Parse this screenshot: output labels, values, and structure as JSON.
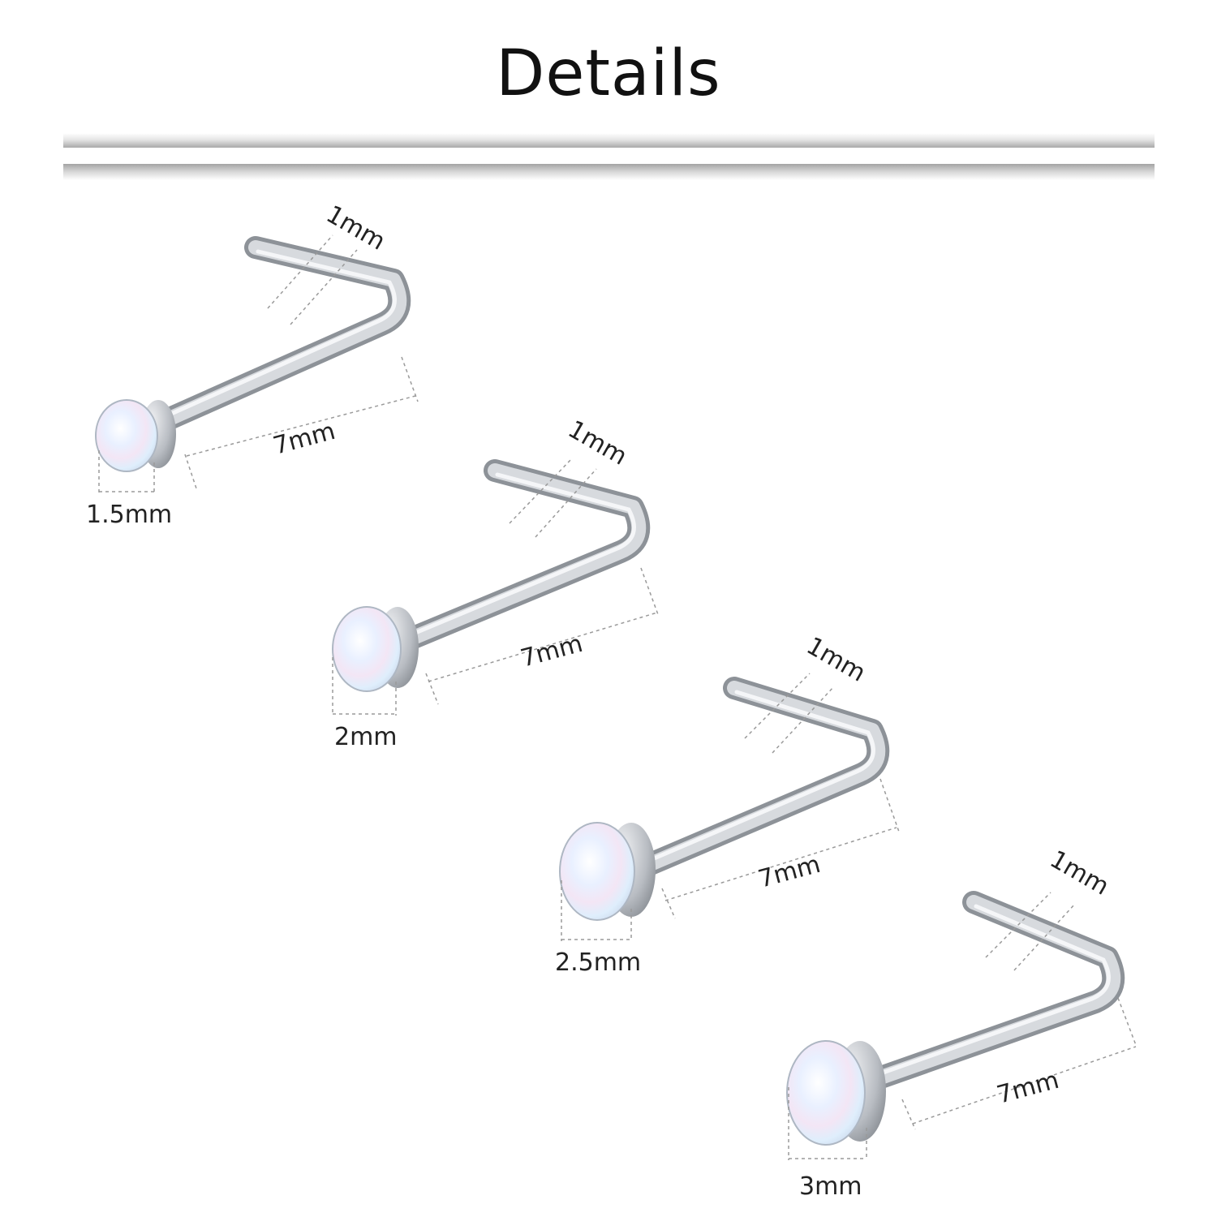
{
  "header": {
    "title": "Details"
  },
  "items": [
    {
      "gem_size": "1.5mm",
      "bar_length": "7mm",
      "bend_length": "1mm"
    },
    {
      "gem_size": "2mm",
      "bar_length": "7mm",
      "bend_length": "1mm"
    },
    {
      "gem_size": "2.5mm",
      "bar_length": "7mm",
      "bend_length": "1mm"
    },
    {
      "gem_size": "3mm",
      "bar_length": "7mm",
      "bend_length": "1mm"
    }
  ],
  "colors": {
    "metal": "#c9cdd2",
    "opal": "#eef3ff",
    "dimension_line": "#9a9a9a"
  }
}
